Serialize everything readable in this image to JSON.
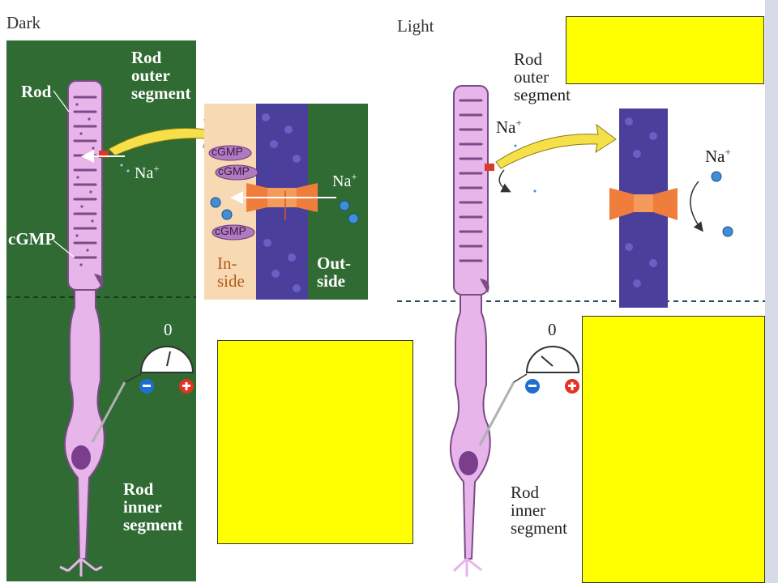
{
  "dark_panel": {
    "title": "Dark",
    "rod": "Rod",
    "rod_outer_segment": [
      "Rod",
      "outer",
      "segment"
    ],
    "cgmp": "cGMP",
    "na": "Na",
    "na_sup": "+",
    "rod_inner_segment": [
      "Rod",
      "inner",
      "segment"
    ],
    "meter_zero": "0",
    "channel_inset": {
      "cgmp_tags": [
        "cGMP",
        "cGMP",
        "cGMP"
      ],
      "na": "Na",
      "na_sup": "+",
      "inside": [
        "In-",
        "side"
      ],
      "outside": [
        "Out-",
        "side"
      ]
    }
  },
  "light_panel": {
    "title": "Light",
    "rod_outer_segment": [
      "Rod",
      "outer",
      "segment"
    ],
    "na": "Na",
    "na_sup": "+",
    "rod_inner_segment": [
      "Rod",
      "inner",
      "segment"
    ],
    "meter_zero": "0",
    "channel_inset": {
      "na": "Na",
      "na_sup": "+"
    }
  },
  "colors": {
    "dark_bg": "#2f6b33",
    "inset_inside": "#f7d9b3",
    "membrane": "#4a3f9a",
    "rod_fill": "#e7b5ea",
    "channel": "#ef7d3c",
    "arrow": "#f6e04a",
    "na_ion": "#3f8fd6",
    "mask": "#ffff00"
  }
}
